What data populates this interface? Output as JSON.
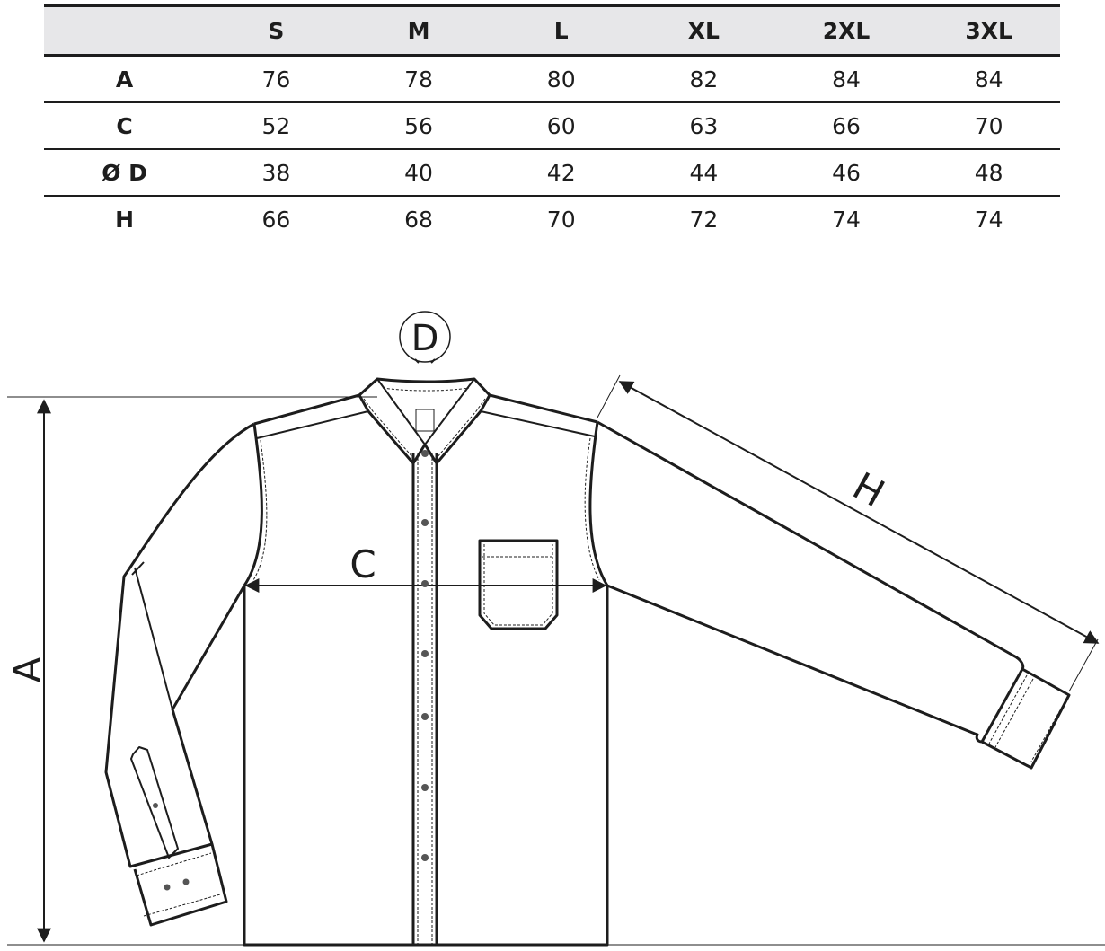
{
  "table": {
    "header": [
      "",
      "S",
      "M",
      "L",
      "XL",
      "2XL",
      "3XL"
    ],
    "rows": [
      {
        "label": "A",
        "values": [
          "76",
          "78",
          "80",
          "82",
          "84",
          "84"
        ]
      },
      {
        "label": "C",
        "values": [
          "52",
          "56",
          "60",
          "63",
          "66",
          "70"
        ]
      },
      {
        "label": "Ø D",
        "values": [
          "38",
          "40",
          "42",
          "44",
          "46",
          "48"
        ]
      },
      {
        "label": "H",
        "values": [
          "66",
          "68",
          "70",
          "72",
          "74",
          "74"
        ]
      }
    ]
  },
  "diagram": {
    "labels": {
      "length": "A",
      "chest_width": "C",
      "collar": "D",
      "sleeve": "H"
    },
    "subject": "long-sleeve button shirt with chest pocket",
    "line_color": "#1d1d1d"
  }
}
